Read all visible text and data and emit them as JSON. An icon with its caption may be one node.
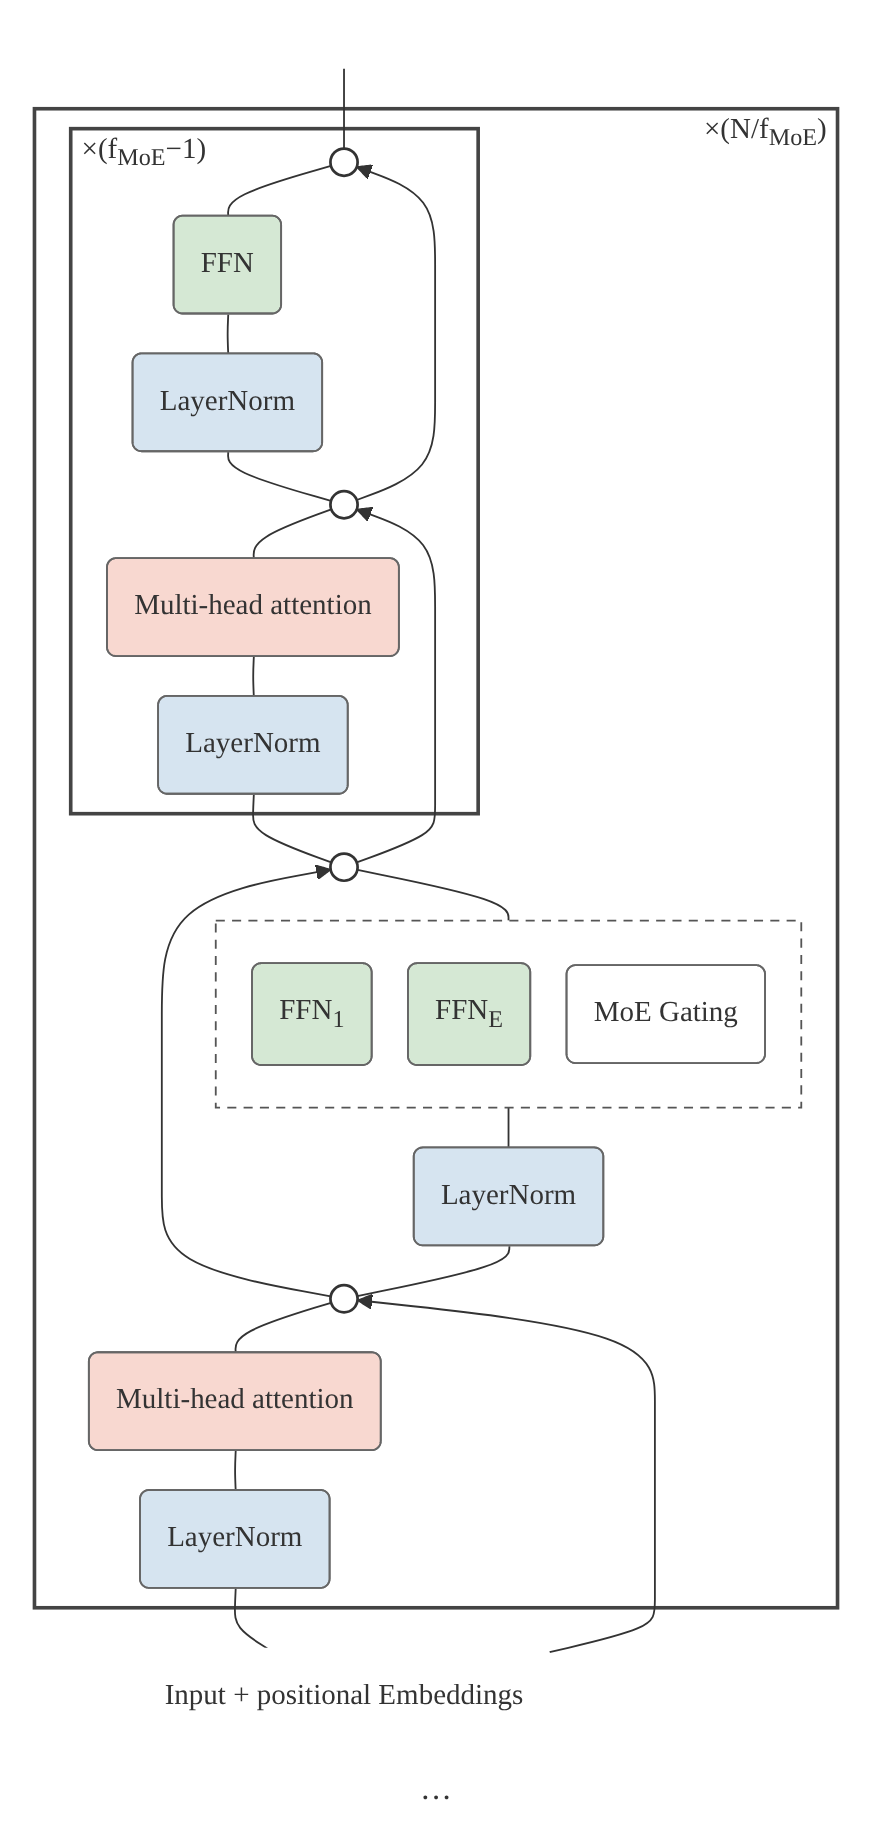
{
  "diagram": {
    "nodes": [
      {
        "text": [
          "×(N/f$_{MoE}$)"
        ]
      },
      {
        "text": [
          "×(f$_{MoE}$−1)"
        ],
        "in": 0
      },
      {
        "text": [],
        "shape": "circle",
        "in": 1
      },
      {
        "text": [
          "FFN"
        ],
        "in": 1
      },
      {
        "text": [
          "LayerNorm"
        ],
        "in": 1
      },
      {
        "text": [],
        "shape": "circle",
        "in": 1
      },
      {
        "text": [
          "Multi-head attention"
        ],
        "in": 1
      },
      {
        "text": [
          "LayerNorm"
        ],
        "in": 1
      },
      {
        "text": [],
        "shape": "circle",
        "in": 0
      },
      {
        "text": [],
        "shape": "box",
        "in": 0
      },
      {
        "text": [
          "FFN$_{1}$"
        ],
        "in": 9
      },
      {
        "text": [
          "FFN$_{E}$"
        ],
        "in": 9
      },
      {
        "text": [
          "MoE Gating"
        ],
        "in": 9
      },
      {
        "text": [
          "LayerNorm"
        ],
        "in": 0
      },
      {
        "text": [],
        "shape": "circle",
        "in": 0
      },
      {
        "text": [
          "Multi-head attention"
        ],
        "in": 0
      },
      {
        "text": [
          "LayerNorm"
        ],
        "in": 0
      },
      {
        "text": [
          "Input + positional Embeddings"
        ]
      }
    ],
    "edges": [
      {
        "from": 17,
        "to": 16,
        "arrow": "none"
      },
      {
        "from": 16,
        "to": 15,
        "arrow": "none"
      },
      {
        "from": 15,
        "to": 14,
        "arrow": "none"
      },
      {
        "from": 17,
        "to": 14,
        "arrow": "to"
      },
      {
        "from": 14,
        "to": 13,
        "arrow": "none"
      },
      {
        "from": 13,
        "to": 9,
        "arrow": "none"
      },
      {
        "from": 9,
        "to": 8,
        "arrow": "none"
      },
      {
        "from": 14,
        "to": 8,
        "arrow": "to"
      },
      {
        "from": 8,
        "to": 7,
        "arrow": "none"
      },
      {
        "from": 7,
        "to": 6,
        "arrow": "none"
      },
      {
        "from": 6,
        "to": 5,
        "arrow": "none"
      },
      {
        "from": 8,
        "to": 5,
        "arrow": "to"
      },
      {
        "from": 5,
        "to": 4,
        "arrow": "none"
      },
      {
        "from": 4,
        "to": 3,
        "arrow": "none"
      },
      {
        "from": 3,
        "to": 2,
        "arrow": "none"
      },
      {
        "from": 5,
        "to": 2,
        "arrow": "to"
      },
      {
        "from": 2,
        "to": null,
        "arrow": "none"
      }
    ],
    "labels": [
      "···"
    ]
  }
}
